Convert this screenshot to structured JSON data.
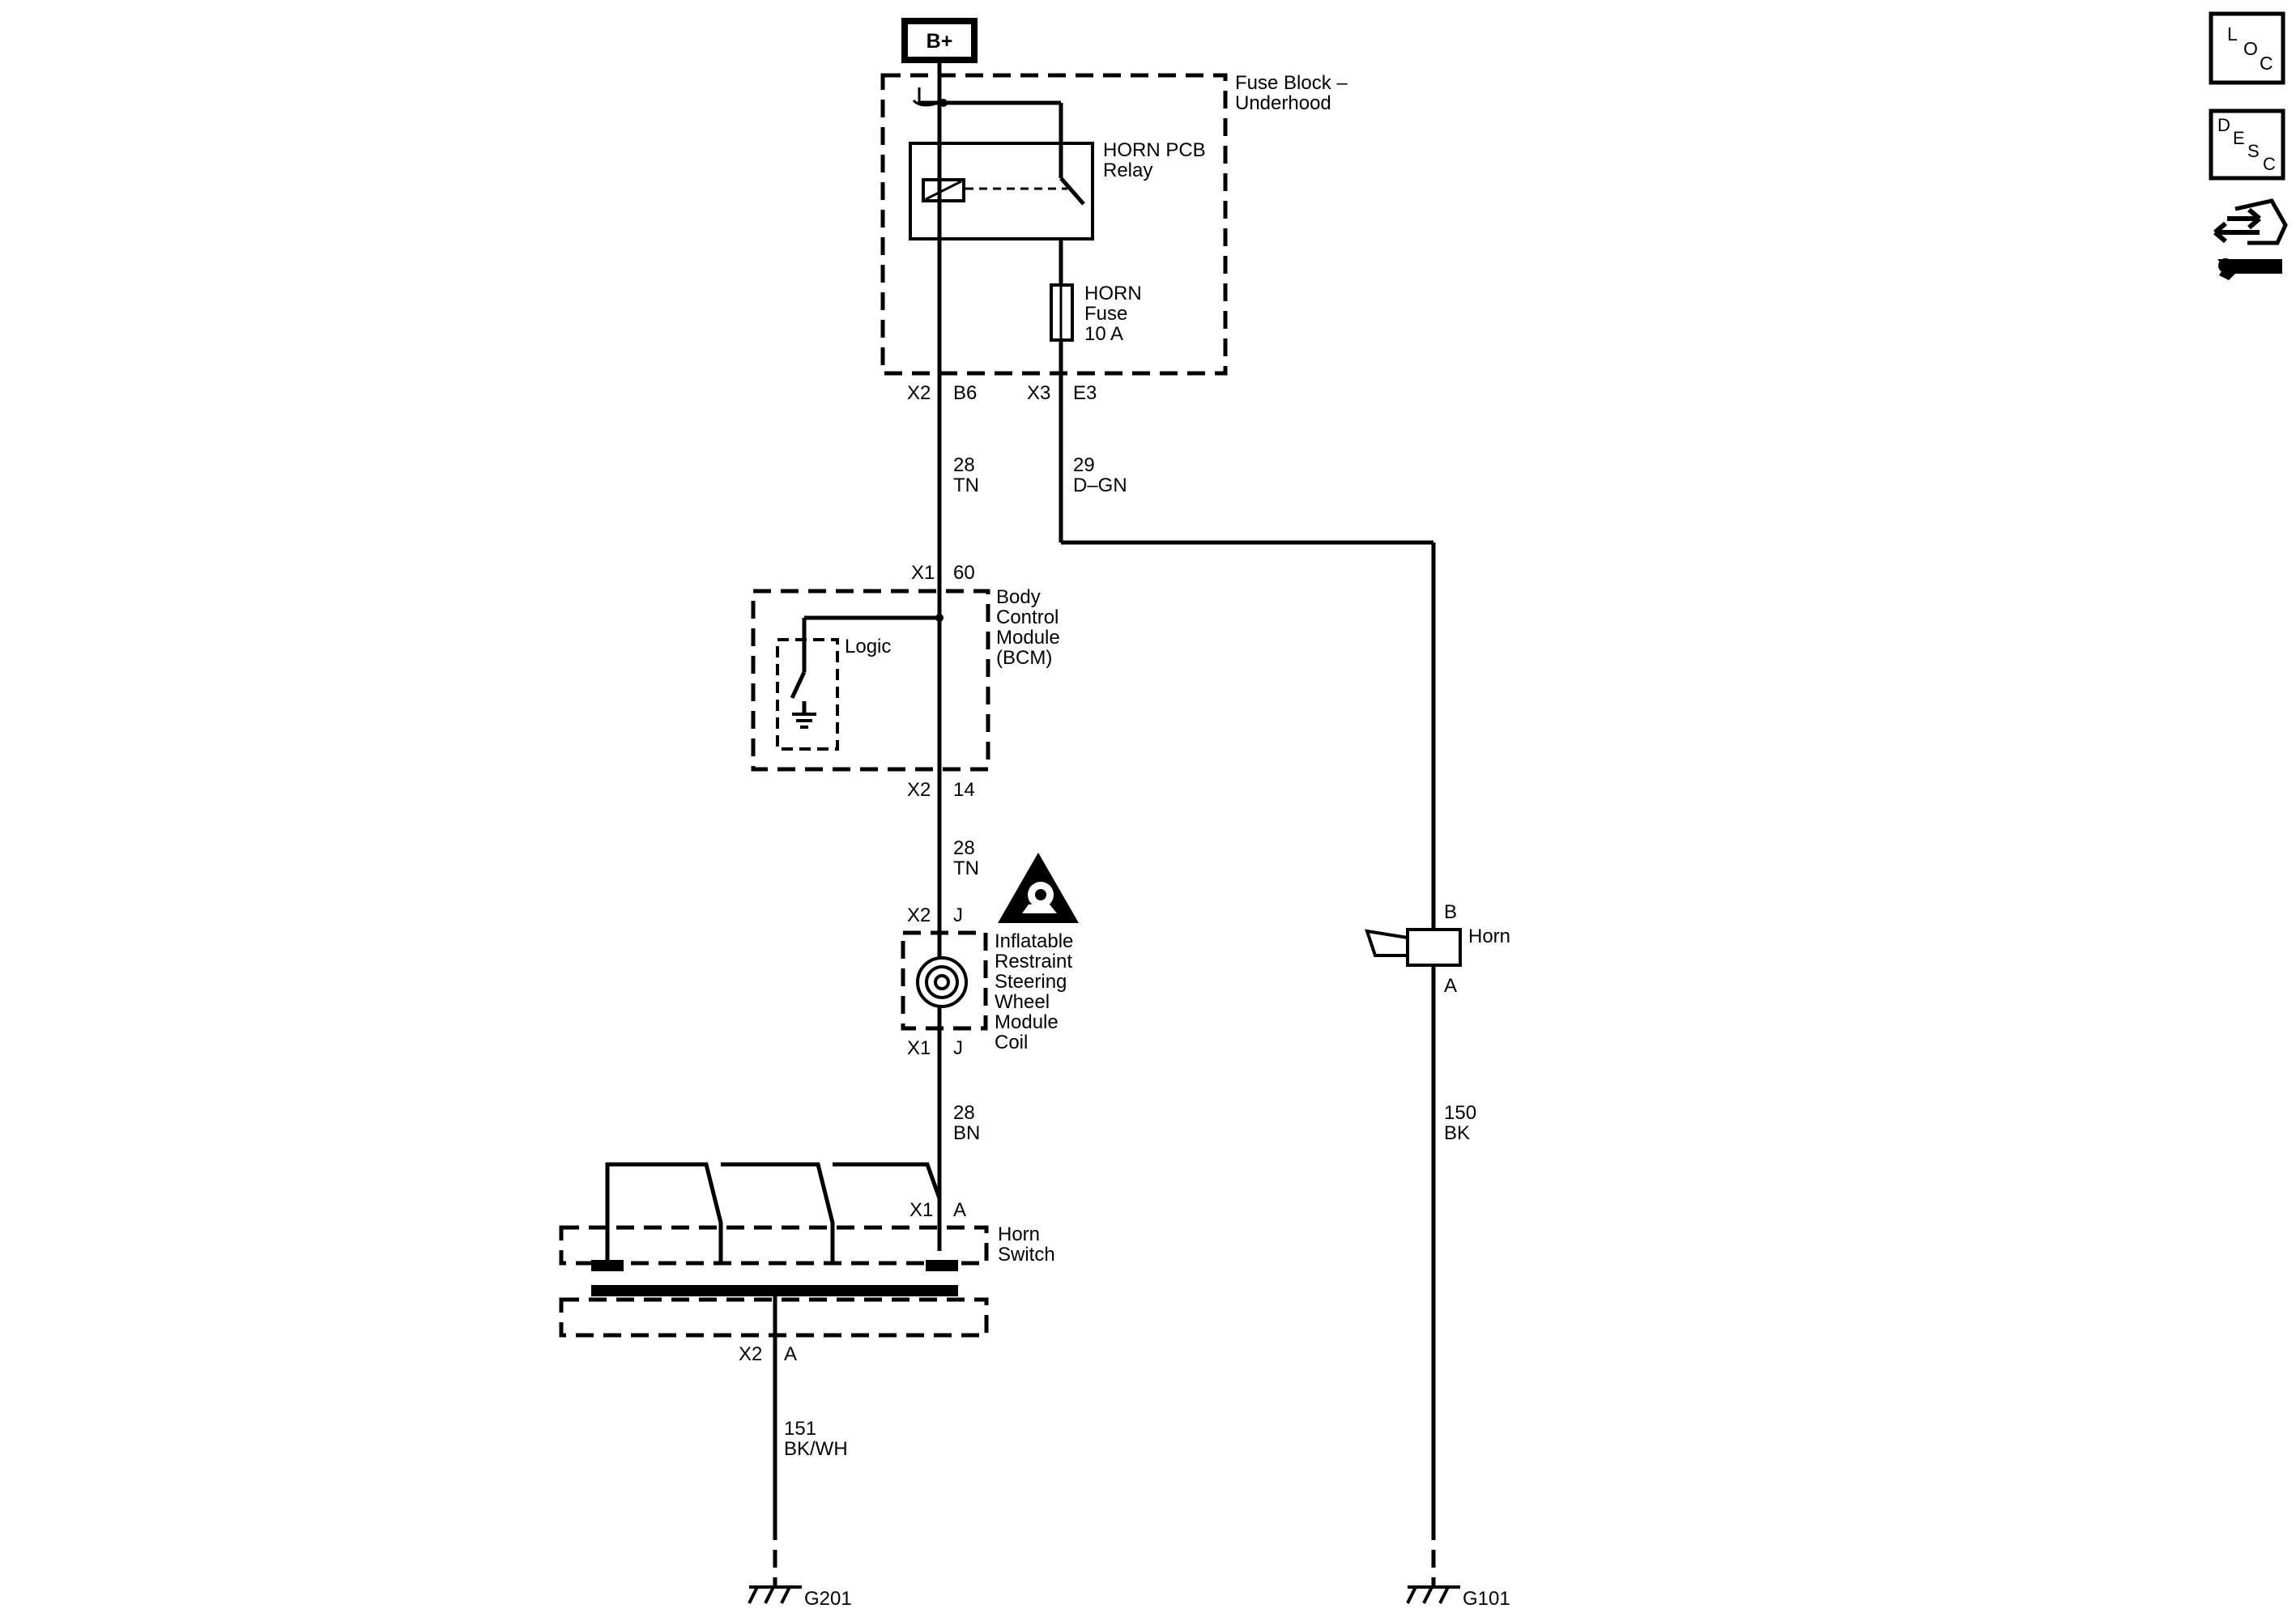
{
  "power": {
    "label": "B+"
  },
  "fuse_block": {
    "name_line1": "Fuse Block –",
    "name_line2": "Underhood",
    "relay_line1": "HORN PCB",
    "relay_line2": "Relay",
    "fuse_line1": "HORN",
    "fuse_line2": "Fuse",
    "fuse_line3": "10 A",
    "conn_left": "X2",
    "pin_left": "B6",
    "conn_right": "X3",
    "pin_right": "E3"
  },
  "wires": {
    "w1_circuit": "28",
    "w1_color": "TN",
    "w2_circuit": "29",
    "w2_color": "D–GN",
    "w3_circuit": "28",
    "w3_color": "TN",
    "w4_circuit": "28",
    "w4_color": "BN",
    "w5_circuit": "151",
    "w5_color": "BK/WH",
    "w6_circuit": "150",
    "w6_color": "BK"
  },
  "bcm": {
    "line1": "Body",
    "line2": "Control",
    "line3": "Module",
    "line4": "(BCM)",
    "logic": "Logic",
    "conn_top": "X1",
    "pin_top": "60",
    "conn_bottom": "X2",
    "pin_bottom": "14"
  },
  "coil": {
    "line1": "Inflatable",
    "line2": "Restraint",
    "line3": "Steering",
    "line4": "Wheel",
    "line5": "Module",
    "line6": "Coil",
    "conn_top": "X2",
    "pin_top": "J",
    "conn_bottom": "X1",
    "pin_bottom": "J"
  },
  "horn_switch": {
    "line1": "Horn",
    "line2": "Switch",
    "conn_top": "X1",
    "pin_top": "A",
    "conn_bottom": "X2",
    "pin_bottom": "A"
  },
  "horn": {
    "label": "Horn",
    "pin_b": "B",
    "pin_a": "A"
  },
  "grounds": {
    "left": "G201",
    "right": "G101"
  },
  "side_icons": {
    "loc": {
      "l1": "L",
      "l2": "O",
      "l3": "C"
    },
    "desc": {
      "l1": "D",
      "l2": "E",
      "l3": "S",
      "l4": "C"
    }
  }
}
